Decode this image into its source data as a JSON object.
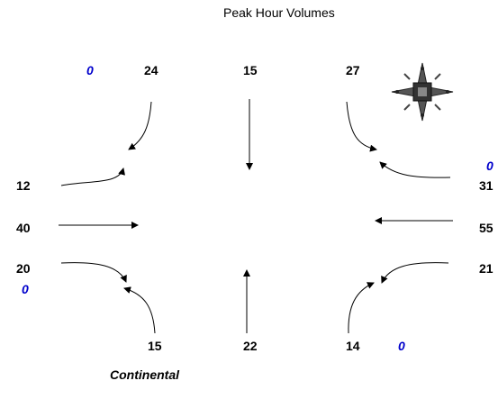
{
  "title": "Peak Hour Volumes",
  "street_label": "Continental",
  "north": {
    "right": "24",
    "thru": "15",
    "left": "27",
    "ped": "0"
  },
  "east": {
    "right": "31",
    "thru": "55",
    "left": "21",
    "ped": "0"
  },
  "south": {
    "left": "15",
    "thru": "22",
    "right": "14",
    "ped": "0"
  },
  "west": {
    "left": "12",
    "thru": "40",
    "right": "20",
    "ped": "0"
  },
  "icons": {
    "compass": "compass-rose-icon"
  },
  "colors": {
    "ped_text": "#0000cc",
    "arrow": "#000000"
  }
}
